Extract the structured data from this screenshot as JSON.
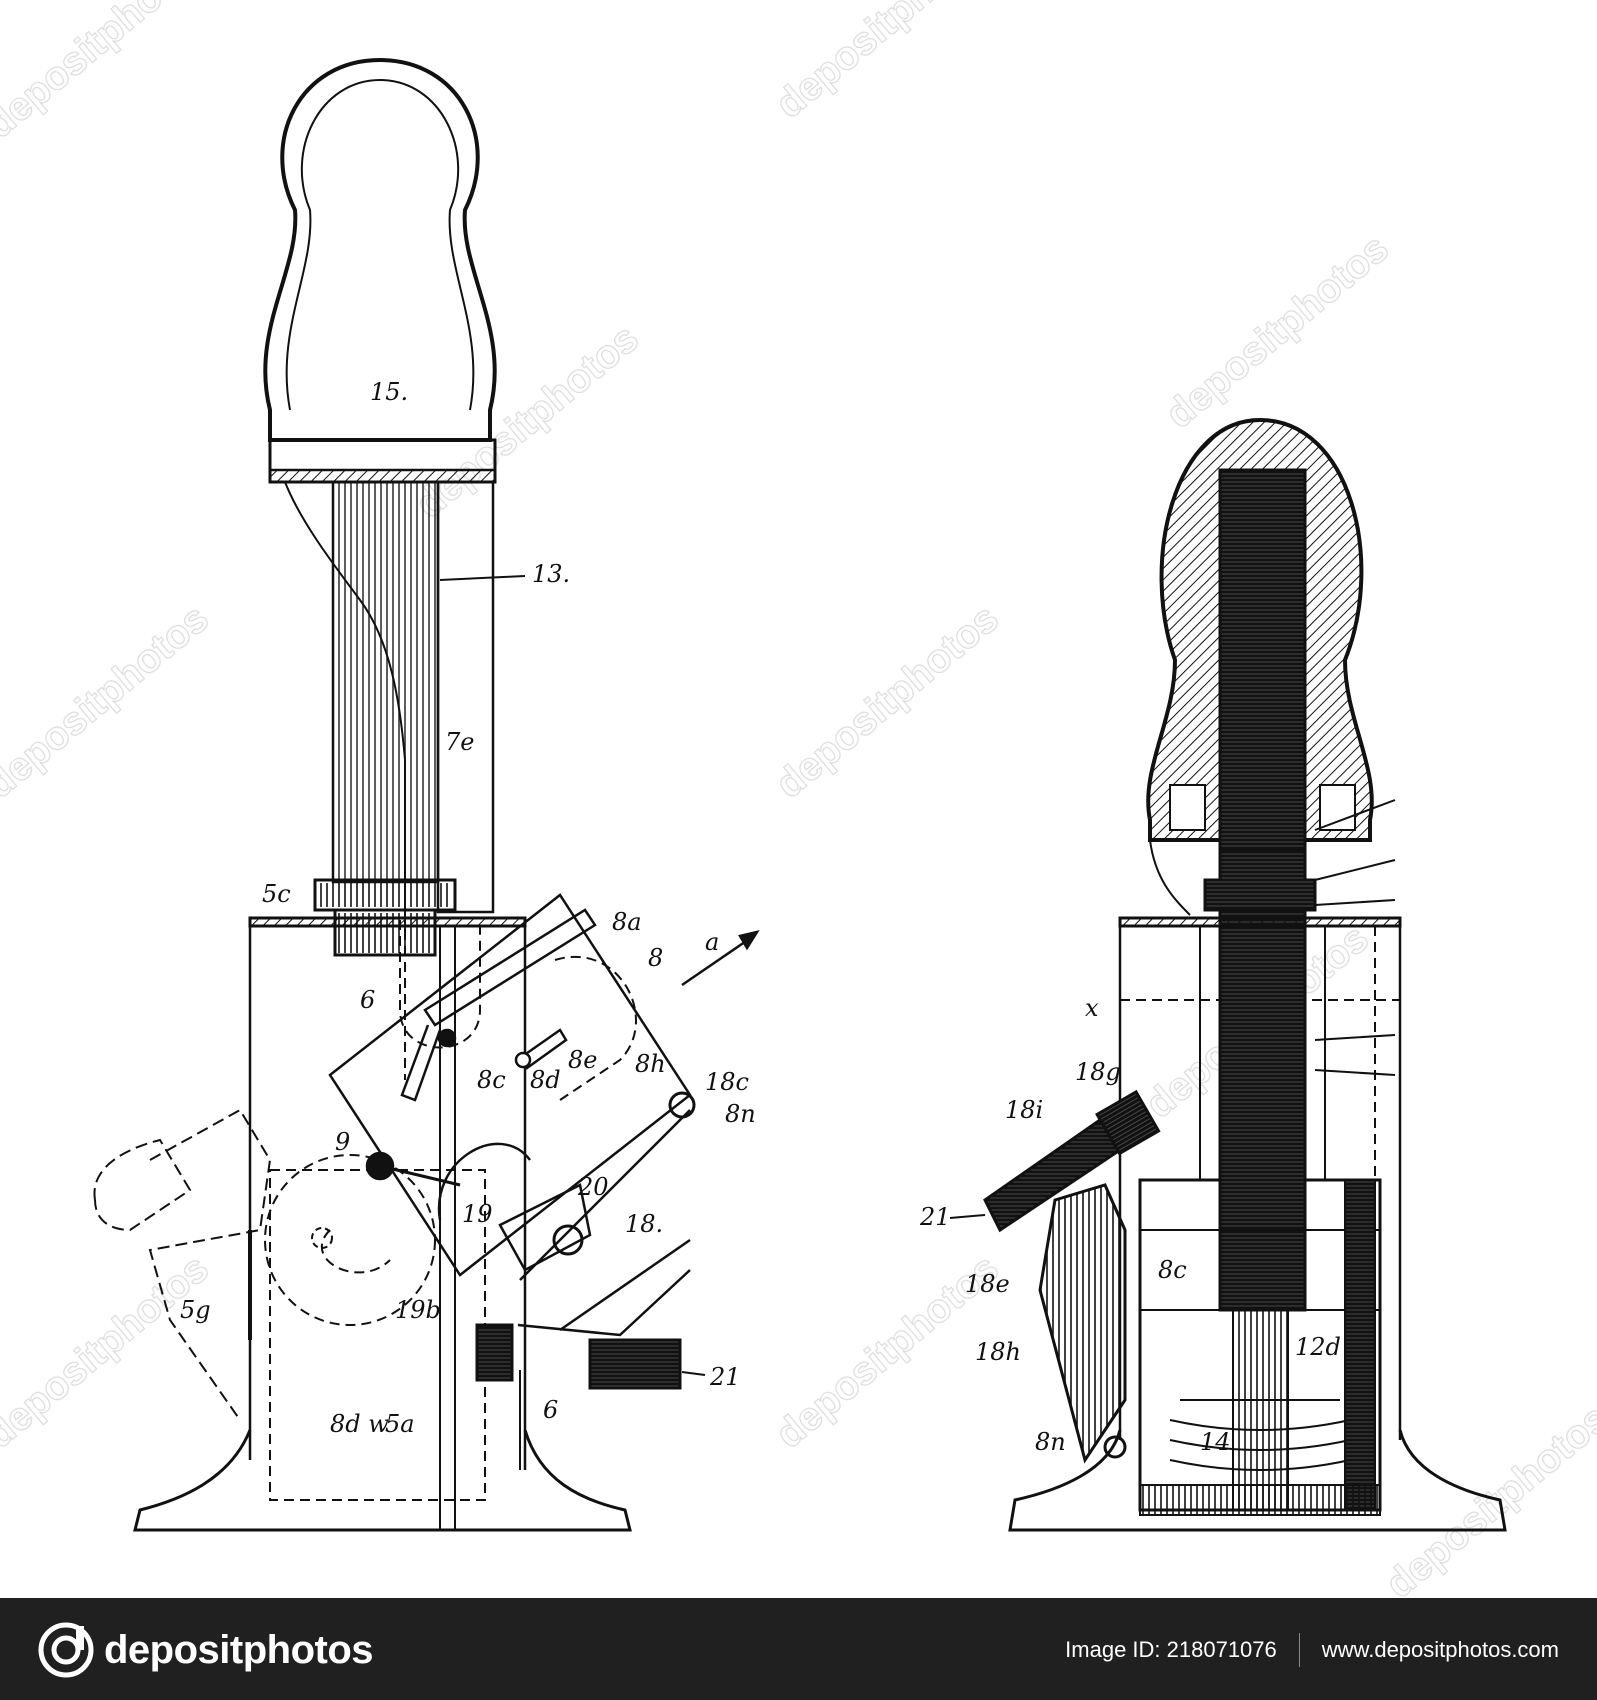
{
  "labels": {
    "l15": "15.",
    "l13": "13.",
    "l7e": "7e",
    "l5c": "5c",
    "l8a": "8a",
    "l8": "8",
    "la": "a",
    "l6top": "6",
    "l8e": "8e",
    "l8h": "8h",
    "l18c": "18c",
    "l8c": "8c",
    "l8d": "8d",
    "l8n": "8n",
    "l9": "9",
    "l20": "20",
    "l19": "19",
    "l18": "18.",
    "l19b": "19b",
    "l5g": "5g",
    "l21": "21",
    "l6bot": "6",
    "l8dw": "8d w",
    "l5a": "5a",
    "rx": "x",
    "r18g": "18g",
    "r18i": "18i",
    "r21": "21",
    "r18e": "18e",
    "r8c": "8c",
    "r18h": "18h",
    "r12d": "12d",
    "r14": "14",
    "r8n": "8n"
  },
  "watermark": "depositphotos",
  "footer": {
    "brand": "depositphotos",
    "image_id": "Image ID: 218071076",
    "site": "www.depositphotos.com"
  },
  "icons": {
    "logo": "depositphotos-logo-icon"
  }
}
